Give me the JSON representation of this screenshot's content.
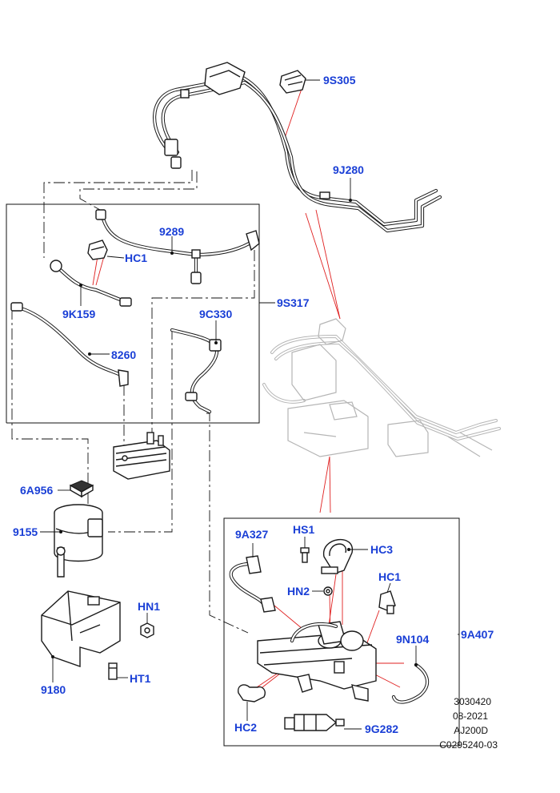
{
  "labels": {
    "9S305": "9S305",
    "9J280": "9J280",
    "9289": "9289",
    "HC1_top": "HC1",
    "9K159": "9K159",
    "9S317": "9S317",
    "9C330": "9C330",
    "8260": "8260",
    "6A956": "6A956",
    "9155": "9155",
    "HN1": "HN1",
    "HT1": "HT1",
    "9180": "9180",
    "9A327": "9A327",
    "HS1": "HS1",
    "HC3": "HC3",
    "HN2": "HN2",
    "HC1_bottom": "HC1",
    "9N104": "9N104",
    "9A407": "9A407",
    "HC2": "HC2",
    "9G282": "9G282"
  },
  "reference": {
    "line1": "3030420",
    "line2": "08-2021",
    "line3": "AJ200D",
    "line4": "C0295240-03"
  }
}
